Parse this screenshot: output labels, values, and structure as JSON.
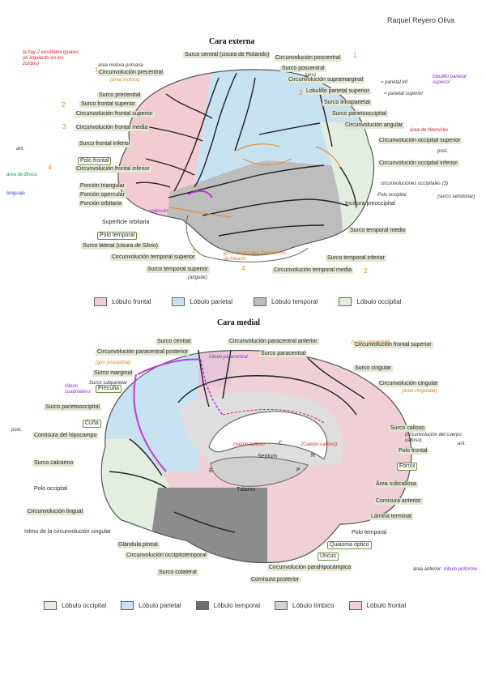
{
  "author": "Raquel Reyero Oliva",
  "colors": {
    "frontal": "#f2cbd3",
    "parietal": "#c7e2f1",
    "temporal": "#bdbdbd",
    "occipital": "#e4eee0",
    "limbic": "#d2d2d2",
    "frontal_med": "#f0cfd6"
  },
  "external": {
    "title": "Cara externa",
    "labels": {
      "surco_central": "Surco central (cisura de Rolando)",
      "circ_precentral": "Circunvolución precentral",
      "surco_precentral": "Surco precentral",
      "surco_frontal_superior": "Surco frontal superior",
      "circ_frontal_superior": "Circunvolución frontal superior",
      "circ_frontal_media": "Circunvolución frontal media",
      "surco_frontal_inferior": "Surco frontal inferior",
      "polo_frontal": "Polo frontal",
      "circ_frontal_inferior": "Circunvolución frontal inferior",
      "porcion_triangular": "Porción triangular",
      "porcion_opercular": "Porción opercular",
      "porcion_orbitaria": "Porción orbitaria",
      "superficie_orbitaria": "Superficie orbitaria",
      "polo_temporal": "Polo temporal",
      "surco_lateral": "Surco lateral (cisura de Silvio)",
      "circ_temporal_superior": "Circunvolución temporal superior",
      "surco_temporal_superior": "Surco temporal superior",
      "circ_poscentral": "Circunvolución poscentral",
      "surco_poscentral": "Surco poscentral",
      "circ_supramarginal": "Circunvolución supramarginal",
      "lobulillo_parietal_superior": "Lobulillo parietal superior",
      "surco_intraparietal": "Surco intraparietal",
      "surco_parietooccipital": "Surco parietooccipital",
      "circ_angular": "Circunvolución angular",
      "circ_occipital_superior": "Circunvolución occipital superior",
      "circ_occipital_inferior": "Circunvolución occipital inferior",
      "incisura_preoccipital": "Incisura preoccipital",
      "surco_temporal_medio": "Surco temporal medio",
      "surco_temporal_inferior": "Surco temporal inferior",
      "circ_temporal_media": "Circunvolución temporal media"
    },
    "side_left": "ant.",
    "side_right": "post.",
    "notes": {
      "n1": "la hay 2 encéfalos iguales (el izquierdo en los zurdos)",
      "n2": "área motora primaria",
      "n3": "(área motora)",
      "n4": "área de Broca",
      "n5": "lenguaje",
      "n6": "(giro)",
      "n7": "= parietal inf.",
      "n8": "lobulillo parietal superior",
      "n9": "= parietal superior",
      "n10": "área de Wernicke",
      "n11": "circunvoluciones occipitales (3)",
      "n12": "Polo occipital",
      "n13": "(surco semilunar)",
      "n14": "opérculo",
      "n15": "giros temporales transversos de Heschl",
      "n16": "(angular)"
    },
    "legend": [
      "Lóbulo frontal",
      "Lóbulo parietal",
      "Lóbulo temporal",
      "Lóbulo occipital"
    ]
  },
  "medial": {
    "title": "Cara medial",
    "labels": {
      "surco_central": "Surco central",
      "circ_paracentral_anterior": "Circunvolución paracentral anterior",
      "circ_paracentral_posterior": "Circunvolución paracentral posterior",
      "surco_paracentral": "Surco paracentral",
      "surco_marginal": "Surco marginal",
      "precuna": "Precuña",
      "circ_frontal_superior": "Circunvolución frontal superior",
      "surco_cingular": "Surco cingular",
      "circ_cingular": "Circunvolución cingular",
      "surco_parietooccipital": "Surco parietooccipital",
      "cuna": "Cuña",
      "comisura_hipocampo": "Comisura del hipocampo",
      "surco_calcarino": "Surco calcarino",
      "polo_occipital": "Polo occipital",
      "circ_lingual": "Circunvolución lingual",
      "istmo": "Istmo de la circunvolución cingular",
      "glandula_pineal": "Glándula pineal",
      "circ_occipitotemporal": "Circunvolución occipitotemporal",
      "surco_colateral": "Surco colateral",
      "comisura_posterior": "Comisura posterior",
      "circ_parahipocampica": "Circunvolución parahipocámpica",
      "uncus": "Uncus",
      "quiasma_optico": "Quiasma óptico",
      "polo_temporal": "Polo temporal",
      "lamina_terminal": "Lámina terminal",
      "comisura_anterior": "Comisura anterior",
      "area_subcallosa": "Área subcallosa",
      "fornix": "Fórnix",
      "polo_frontal": "Polo frontal",
      "surco_calloso": "Surco calloso",
      "septum": "Septum",
      "talamo": "Tálamo",
      "letter_c": "C",
      "letter_r": "R",
      "letter_e": "E",
      "letter_p": "P"
    },
    "side_left": "post.",
    "side_right": "ant.",
    "notes": {
      "m1": "(giro poscentral)",
      "m2": "(= giro precentral)",
      "m3": "lóbulo paracentral",
      "m4": "Surco subparietal",
      "m5": "lóbulo cuadrilátero",
      "m6": "(área cingulada)",
      "m7": "(Cuerpo calloso)",
      "m8": "(circunvolución del cuerpo calloso)",
      "m9": "cuerpo calloso",
      "m10": "lóbulo piriforme",
      "m11": "área anterior:"
    },
    "legend": [
      "Lóbulo occipital",
      "Lóbulo parietal",
      "Lóbulo temporal",
      "Lóbulo límbico",
      "Lóbulo frontal"
    ]
  }
}
